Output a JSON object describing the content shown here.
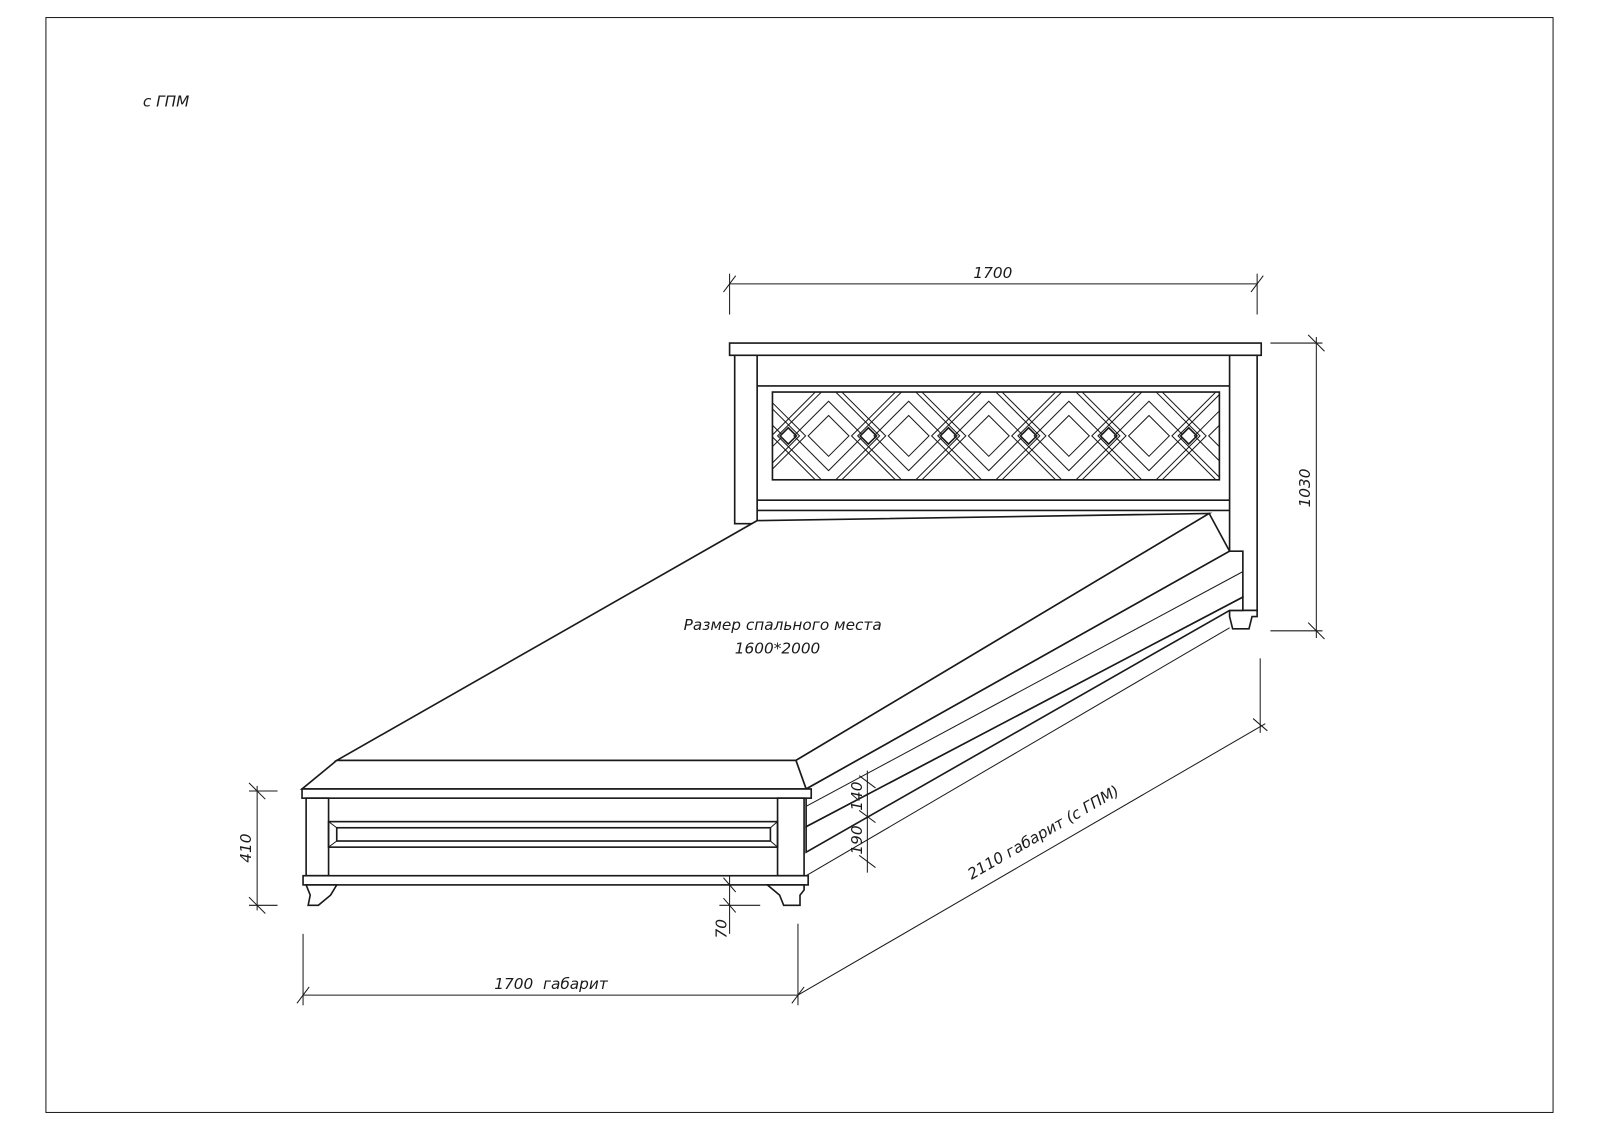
{
  "drawing": {
    "corner_label": "с ГПМ",
    "berth_label": "Размер спального места",
    "berth_size": "1600*2000",
    "dimensions": {
      "headboard_width": "1700",
      "headboard_height": "1030",
      "footboard_height": "410",
      "leg_height": "70",
      "upper_side": "140",
      "lower_side": "190",
      "overall_width": "1700  габарит",
      "overall_length": "2110 габарит (с ГПМ)"
    }
  }
}
